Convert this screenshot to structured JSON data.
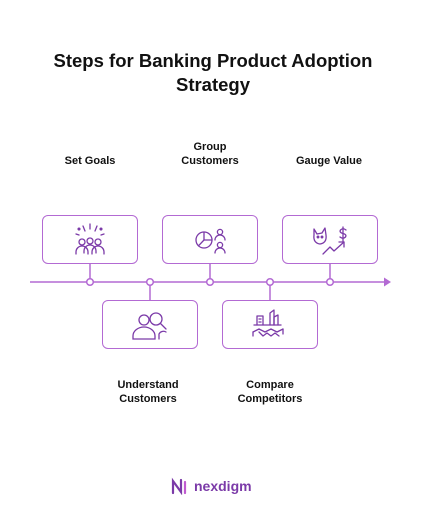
{
  "title": "Steps for Banking Product Adoption Strategy",
  "colors": {
    "accent": "#b36ad3",
    "accent_dark": "#7b3aa8",
    "text": "#111111"
  },
  "steps": [
    {
      "label": "Set Goals",
      "icon": "celebration-people-icon",
      "position": "top"
    },
    {
      "label": "Understand\nCustomers",
      "icon": "magnifier-person-icon",
      "position": "bottom"
    },
    {
      "label": "Group\nCustomers",
      "icon": "pie-chart-people-icon",
      "position": "top"
    },
    {
      "label": "Compare\nCompetitors",
      "icon": "handshake-buildings-icon",
      "position": "bottom"
    },
    {
      "label": "Gauge Value",
      "icon": "cat-dollar-growth-icon",
      "position": "top"
    }
  ],
  "logo": {
    "text": "nexdigm",
    "icon": "nexdigm-logo-icon"
  }
}
